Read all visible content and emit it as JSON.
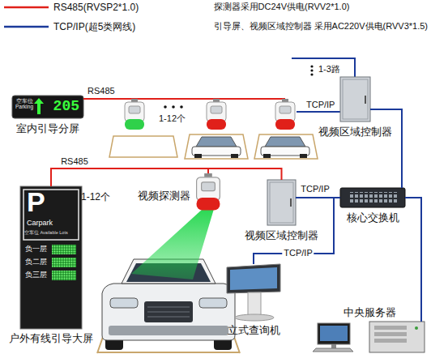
{
  "diagram": {
    "nodes": [
      {
        "text": [
          "空车位 Parking",
          "205",
          "室内引导分屏"
        ]
      },
      {
        "text": [
          "视频区域控制器"
        ]
      },
      {
        "text": [
          "P",
          "Carpark",
          "空车位 Available Lots",
          "负一层",
          "负二层",
          "负三层",
          "户外有线引导大屏"
        ]
      },
      {
        "text": [
          "视频探测器"
        ]
      },
      {
        "text": [
          "视频区域控制器"
        ]
      },
      {
        "text": [
          "核心交换机"
        ]
      },
      {
        "text": [
          "立式查询机"
        ]
      },
      {
        "text": [
          "中央服务器"
        ]
      }
    ],
    "edges": [
      {
        "from": 2,
        "to": 3,
        "arrow": "none",
        "label": "RS485"
      },
      {
        "from": 3,
        "to": 4,
        "arrow": "none"
      },
      {
        "from": 4,
        "to": 5,
        "arrow": "none",
        "label": "TCP/IP"
      },
      {
        "from": 1,
        "to": 5,
        "arrow": "none"
      },
      {
        "from": 5,
        "to": 6,
        "arrow": "none",
        "label": "TCP/IP"
      },
      {
        "from": 5,
        "to": 7,
        "arrow": "none"
      }
    ],
    "labels": [
      "探测器采用DC24V供电(RVV2*1.0)",
      "引导屏、视频区域控制器 采用AC220V供电(RVV3*1.5)",
      "1-3路",
      "RS485",
      "1-12个",
      "TCP/IP",
      "1-12个"
    ],
    "legend": [
      {
        "text": "RS485(RVSP2*1.0)"
      },
      {
        "text": "TCP/IP(超5类网线)"
      }
    ]
  }
}
